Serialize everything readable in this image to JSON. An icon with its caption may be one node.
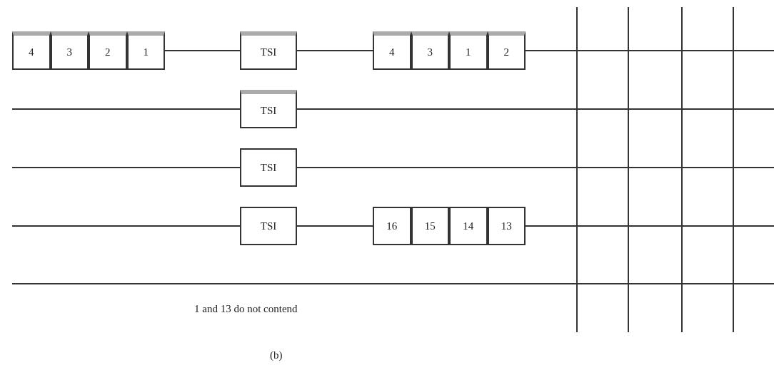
{
  "diagram": {
    "caption": "(b)",
    "nodes": [
      {
        "text": [
          "4"
        ]
      },
      {
        "text": [
          "3"
        ]
      },
      {
        "text": [
          "2"
        ]
      },
      {
        "text": [
          "1"
        ]
      },
      {
        "text": [
          "TSI"
        ]
      },
      {
        "text": [
          "4"
        ]
      },
      {
        "text": [
          "3"
        ]
      },
      {
        "text": [
          "1"
        ]
      },
      {
        "text": [
          "2"
        ]
      },
      {
        "text": [
          "TSI"
        ]
      },
      {
        "text": [
          "TSI"
        ]
      },
      {
        "text": [
          "TSI"
        ]
      },
      {
        "text": [
          "16"
        ]
      },
      {
        "text": [
          "15"
        ]
      },
      {
        "text": [
          "14"
        ]
      },
      {
        "text": [
          "13"
        ]
      }
    ],
    "edges": [
      {
        "from": 3,
        "to": 4,
        "arrow": "none"
      },
      {
        "from": 4,
        "to": 5,
        "arrow": "none"
      },
      {
        "from": 8,
        "to": null,
        "arrow": "none"
      },
      {
        "from": null,
        "to": 9,
        "arrow": "none"
      },
      {
        "from": 9,
        "to": null,
        "arrow": "none"
      },
      {
        "from": null,
        "to": 10,
        "arrow": "none"
      },
      {
        "from": 10,
        "to": null,
        "arrow": "none"
      },
      {
        "from": null,
        "to": 11,
        "arrow": "none"
      },
      {
        "from": 11,
        "to": 12,
        "arrow": "none"
      },
      {
        "from": 15,
        "to": null,
        "arrow": "none"
      }
    ],
    "labels": [
      "1 and 13 do not contend"
    ]
  }
}
